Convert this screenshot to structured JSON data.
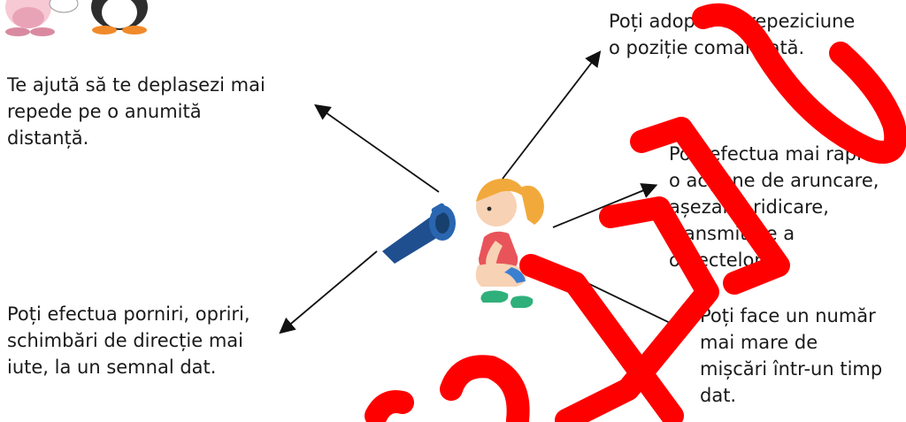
{
  "captions": {
    "left_top": [
      "Te ajută să te deplasezi mai",
      "repede pe o anumită",
      "distanță."
    ],
    "left_bottom": [
      "Poți efectua porniri, opriri,",
      "schimbări de direcție mai",
      "iute, la un semnal dat."
    ],
    "right_top": [
      "Poți adopta cu repeziciune",
      "o poziție comandată."
    ],
    "right_mid": [
      "Poți efectua mai rapid",
      "o acțiune de aruncare,",
      "așezare, ridicare,",
      "transmitere a",
      "obiectelor."
    ],
    "right_bottom": [
      "Poți face un număr",
      "mai mare de",
      "mișcări într-un timp",
      "dat."
    ]
  },
  "colors": {
    "watermark": "#ff0000",
    "arrow": "#111111",
    "whistle": "#1f4f8f",
    "girl_shirt": "#e8545a",
    "girl_hair": "#f2a93b"
  },
  "icons": [
    "whistle-icon",
    "crouching-girl-illustration",
    "cartoon-characters-illustration",
    "watermark-stroke"
  ]
}
